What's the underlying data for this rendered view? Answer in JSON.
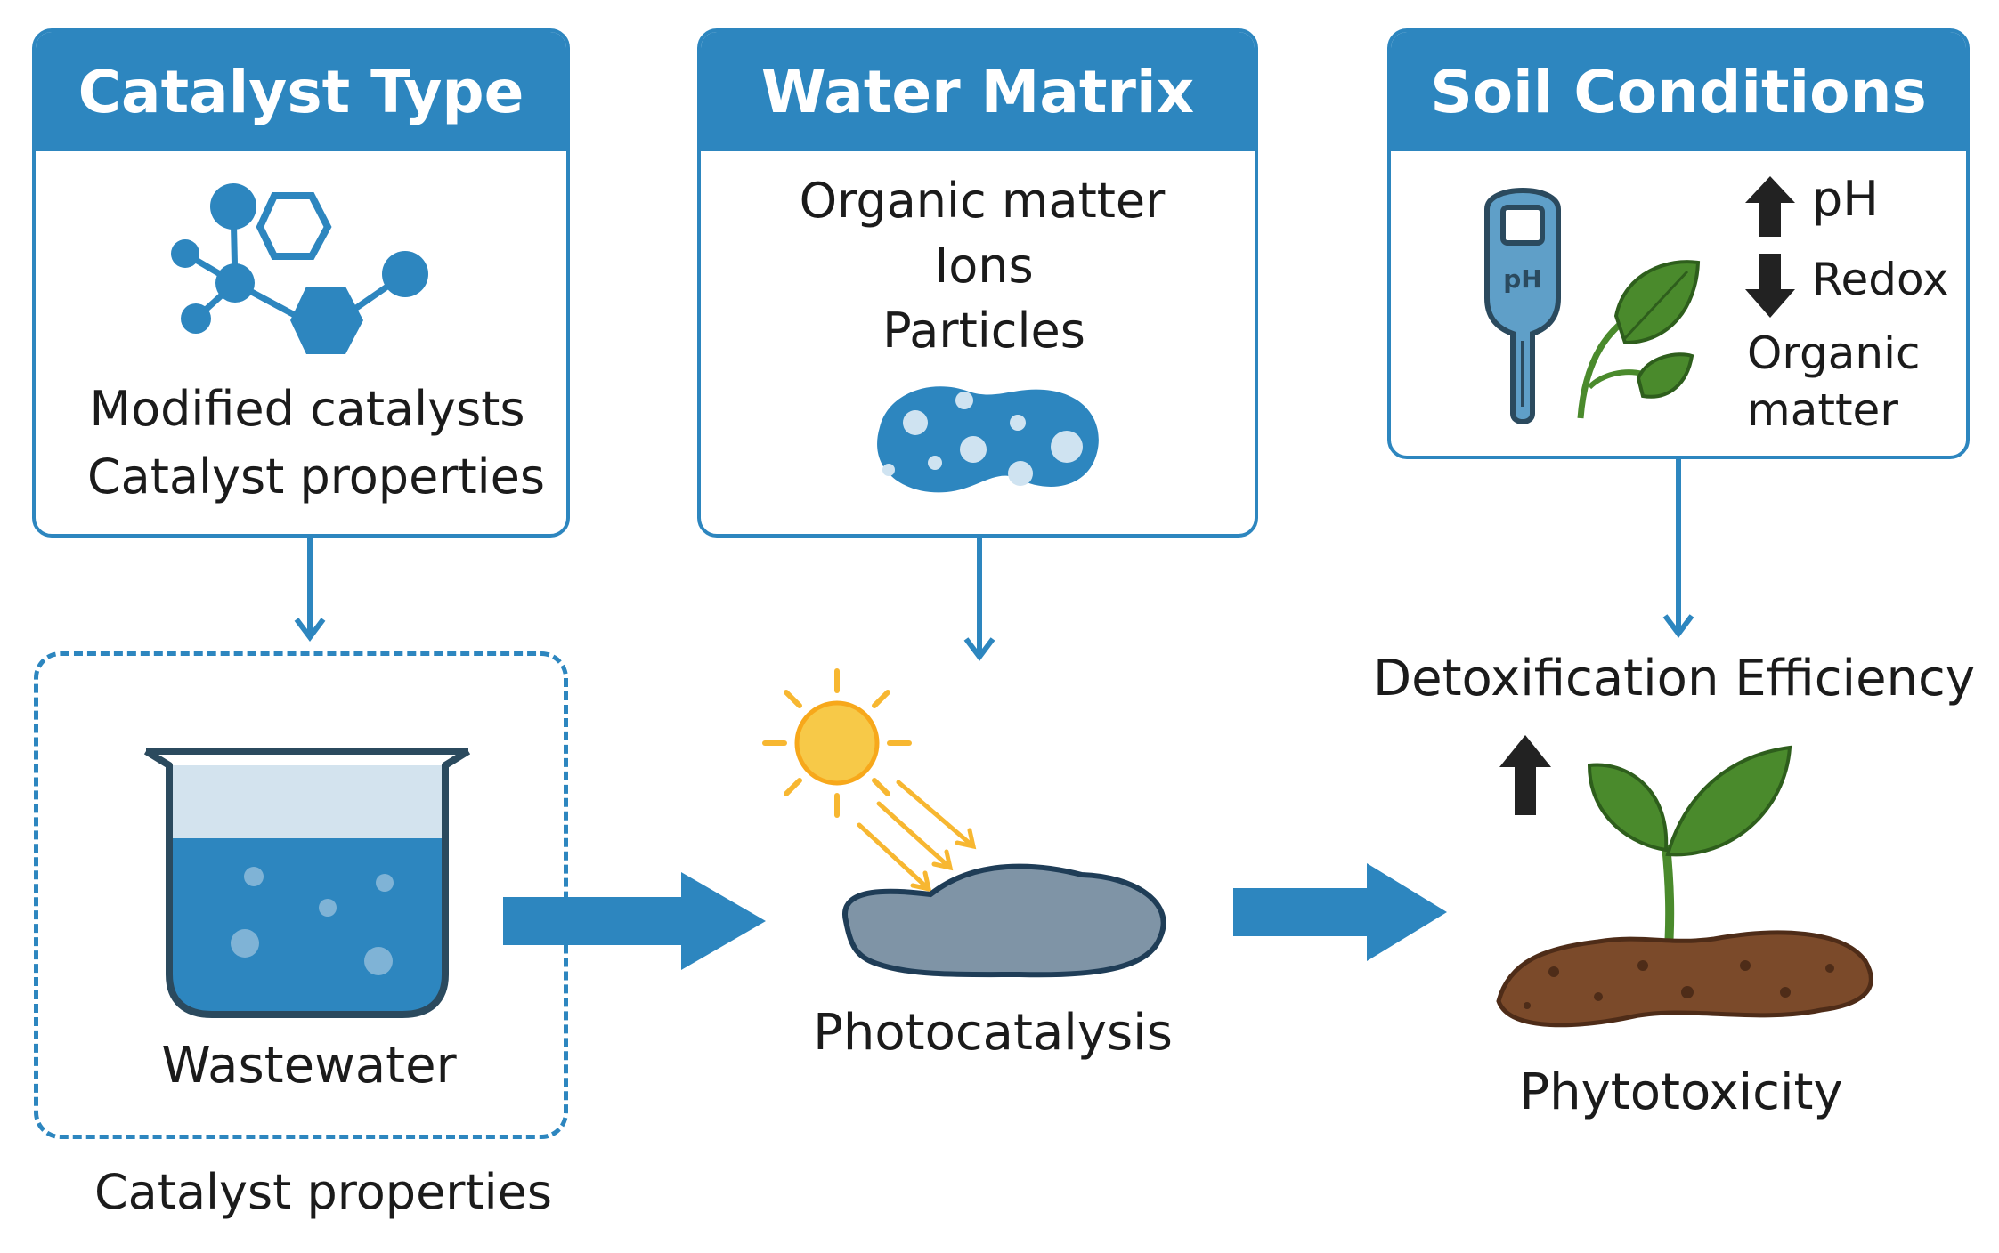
{
  "boxes": {
    "catalyst": {
      "title": "Catalyst Type",
      "lines": [
        "Modified catalysts",
        "Catalyst properties"
      ]
    },
    "water": {
      "title": "Water Matrix",
      "lines": [
        "Organic matter",
        "Ions",
        "Particles"
      ]
    },
    "soil": {
      "title": "Soil Conditions",
      "ph_meter_label": "pH",
      "factors": [
        "pH",
        "Redox",
        "Organic",
        "matter"
      ]
    }
  },
  "nodes": {
    "wastewater": "Wastewater",
    "catalyst_properties": "Catalyst properties",
    "photocatalysis": "Photocatalysis",
    "detox": "Detoxification Efficiency",
    "phytotoxicity": "Phytotoxicity"
  },
  "icons": [
    "molecule-icon",
    "particle-blob-icon",
    "ph-meter-icon",
    "leaf-icon",
    "beaker-icon",
    "sun-icon",
    "catalyst-surface-icon",
    "seedling-icon",
    "up-arrow-icon",
    "down-arrow-icon"
  ],
  "colors": {
    "primary": "#2d86bf",
    "sun": "#f7b731",
    "soil": "#7b4a2a",
    "leaf": "#4a8a2c",
    "surface": "#7f94a6"
  }
}
